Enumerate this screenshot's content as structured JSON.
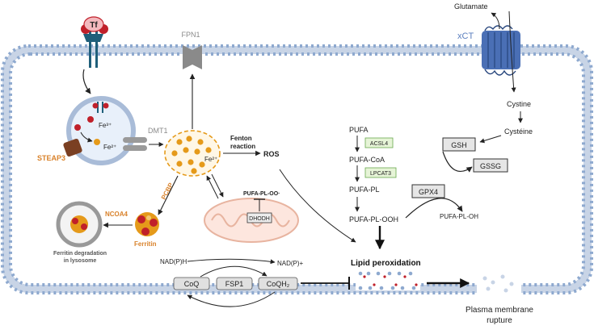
{
  "labels": {
    "tf": "Tf",
    "fe3": "Fe³⁺",
    "fe2_endosome": "Fe²⁺",
    "fe2_pool": "Fe²⁺",
    "steap3": "STEAP3",
    "dmt1": "DMT1",
    "fpn1": "FPN1",
    "pcbp": "PCBP",
    "ncoa4": "NCOA4",
    "ferritin": "Ferritin",
    "ferritin_degradation_1": "Ferritin degradation",
    "ferritin_degradation_2": "in lysosome",
    "fenton_1": "Fenton",
    "fenton_2": "reaction",
    "ros": "ROS",
    "pufa_pl_oo": "PUFA-PL-OO·",
    "dhodh": "DHODH",
    "glutamate": "Glutamate",
    "xct": "xCT",
    "cystine": "Cystine",
    "cysteine": "Cystéine",
    "gsh": "GSH",
    "gssg": "GSSG",
    "gpx4": "GPX4",
    "pufa_pl_oh": "PUFA-PL-OH",
    "pufa": "PUFA",
    "acsl4": "ACSL4",
    "pufa_coa": "PUFA-CoA",
    "lpcat3": "LPCAT3",
    "pufa_pl": "PUFA-PL",
    "pufa_pl_ooh": "PUFA-PL-OOH",
    "lipid_peroxidation": "Lipid peroxidation",
    "nadph": "NAD(P)H",
    "nadp": "NAD(P)+",
    "coq": "CoQ",
    "fsp1": "FSP1",
    "coqh2": "CoQH₂",
    "plasma_membrane_1": "Plasma membrane",
    "plasma_membrane_2": "rupture"
  },
  "colors": {
    "membrane_head": "#8ea9cf",
    "membrane_tail": "#c8d4e6",
    "tf_red": "#c0202a",
    "receptor_teal": "#1f5f7a",
    "iron_orange": "#e59a1a",
    "iron_dark": "#c0202a",
    "steap3_brown": "#7a3f22",
    "transporter_grey": "#8a8a8a",
    "xct_blue": "#4a6fb5",
    "label_orange": "#d9822b",
    "label_blue": "#5b7fbf",
    "enzyme_green_fill": "#e6f4d7",
    "enzyme_green_stroke": "#6aa84f",
    "box_grey_fill": "#e6e6e6",
    "text_dark": "#222222"
  }
}
